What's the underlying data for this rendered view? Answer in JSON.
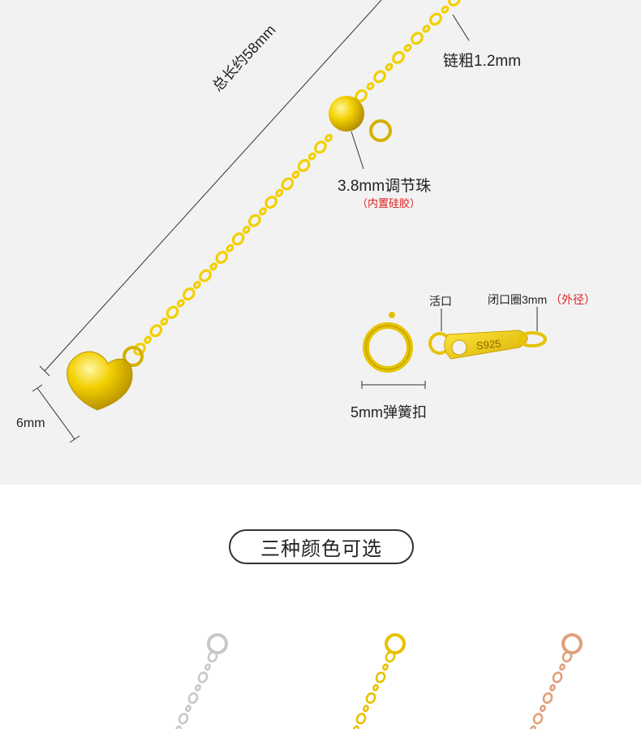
{
  "spec": {
    "total_length": "总长约58mm",
    "chain_thickness": "链粗1.2mm",
    "bead_label": "3.8mm调节珠",
    "bead_note": "（内置硅胶）",
    "heart_size": "6mm",
    "open_ring": "活口",
    "closed_ring": "闭口圈3mm",
    "closed_ring_note": "（外径）",
    "clasp_label": "5mm弹簧扣",
    "tag_mark": "S925"
  },
  "colors_section": {
    "title": "三种颜色可选",
    "variants": [
      {
        "name": "silver",
        "color": "#c8c8c8"
      },
      {
        "name": "gold",
        "color": "#e8c000"
      },
      {
        "name": "rose-gold",
        "color": "#e0a07a"
      }
    ]
  },
  "palette": {
    "gold": "#f2d000",
    "gold_dark": "#c7a100",
    "panel_bg": "#f2f2f2"
  }
}
